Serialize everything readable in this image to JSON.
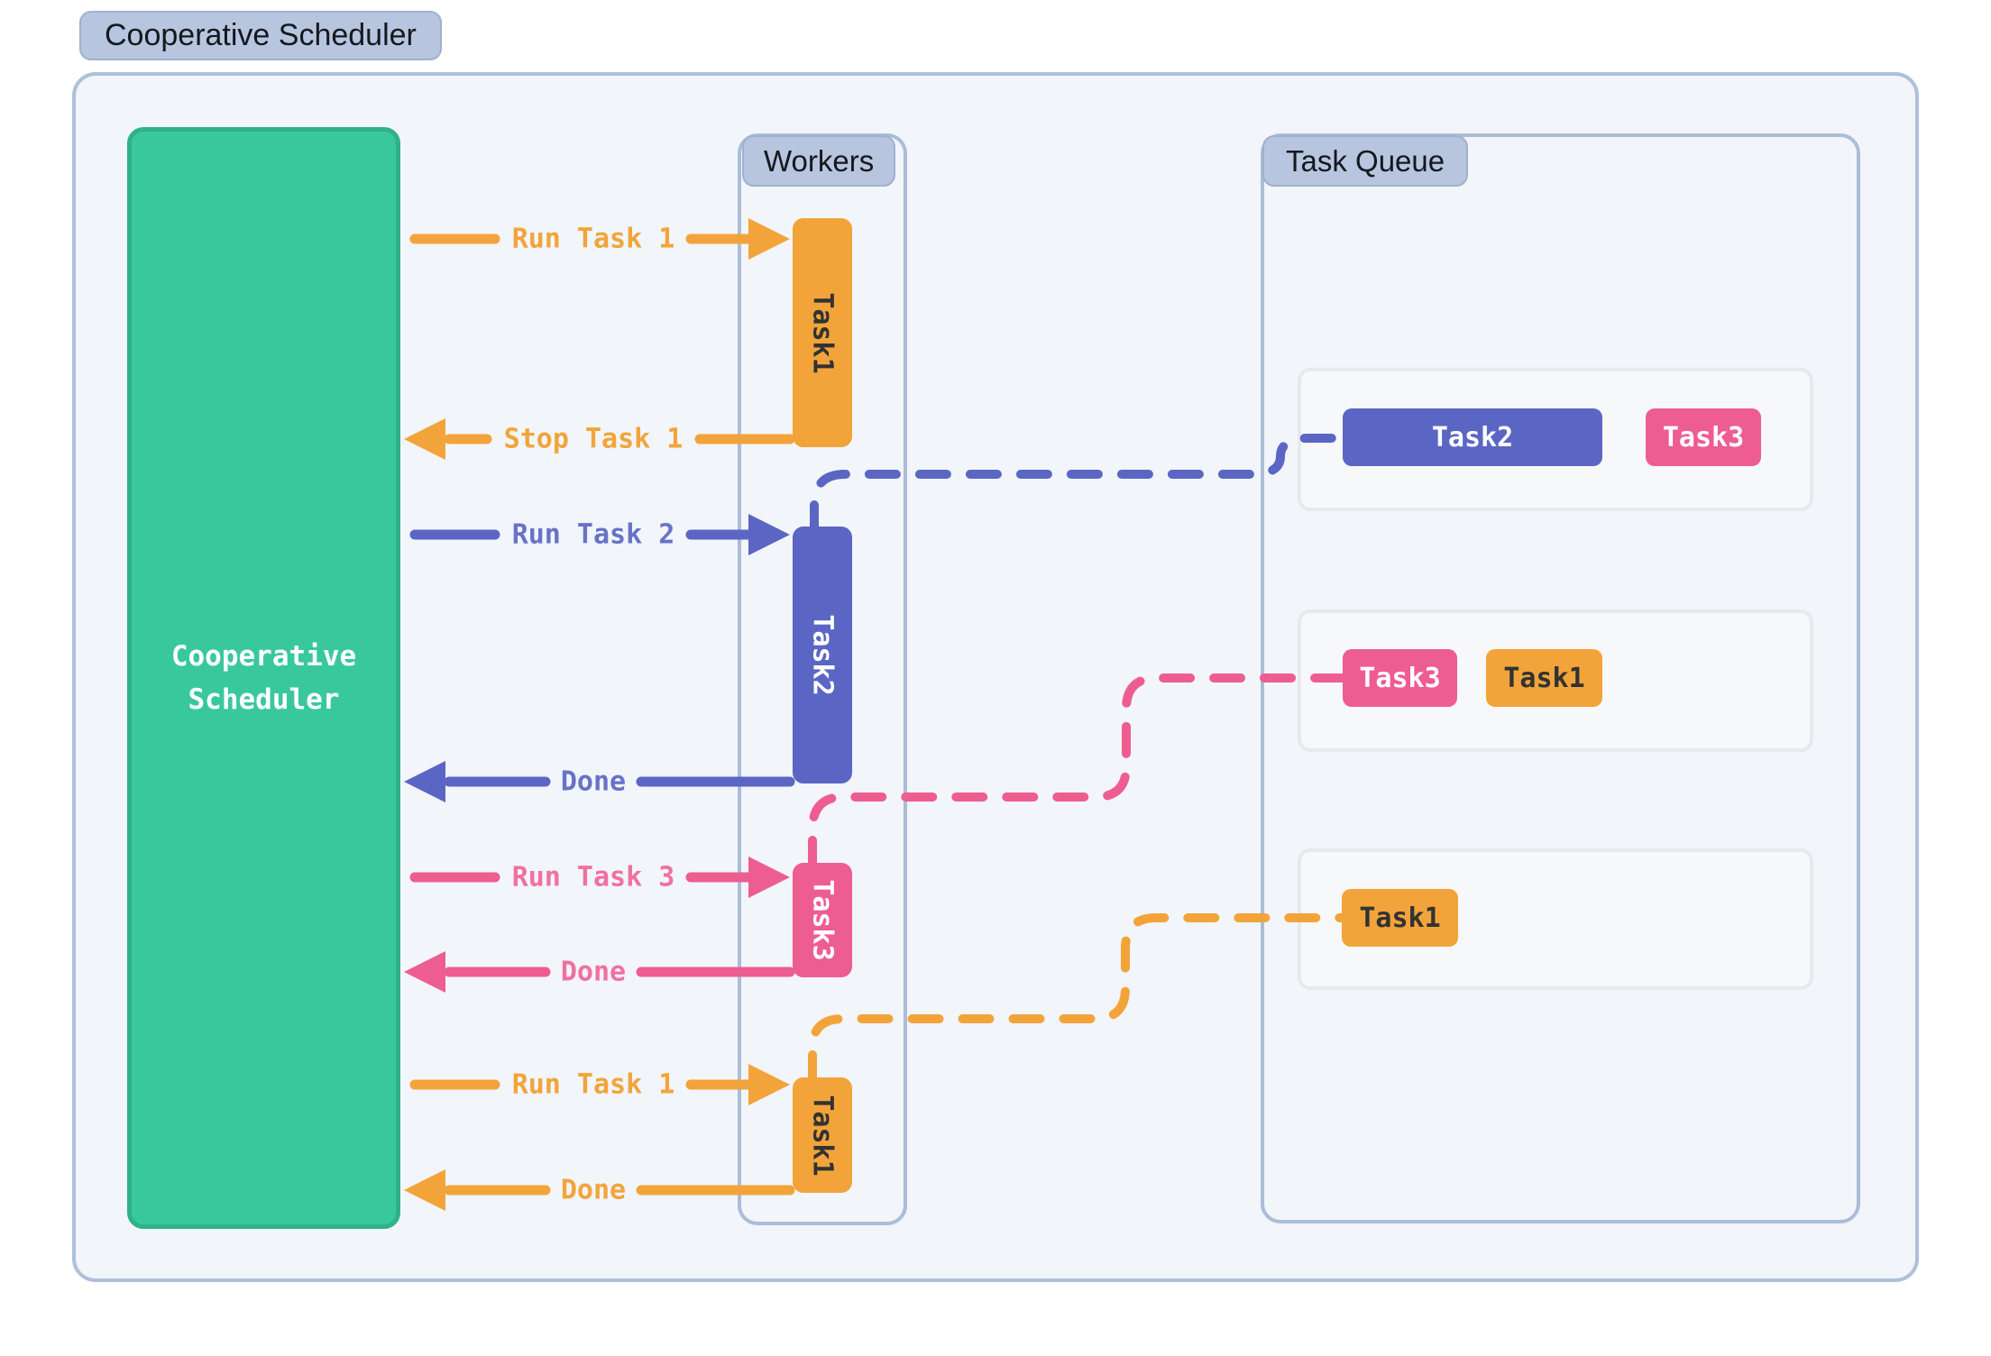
{
  "title": "Cooperative Scheduler",
  "colors": {
    "pageBg": "#ffffff",
    "outerBg": "#f2f5f9",
    "outerBorder": "#afc0db",
    "innerBorder": "#aabdd9",
    "badgeBg": "#b7c5df",
    "badgeBorder": "#9fb1ce",
    "badgeText": "#15181d",
    "boxBg": "#f7f8fa",
    "boxBorder": "#e8e9ec",
    "green": "#39c89c",
    "greenDark": "#2fb189",
    "orange": "#f2a43b",
    "indigo": "#5b66c4",
    "pink": "#ee5d90",
    "orangeLabel": "#f2a43b",
    "indigoLabel": "#6772c9",
    "pinkLabel": "#f0719f",
    "darkText": "#323232",
    "whiteText": "#ffffff"
  },
  "scheduler": {
    "label": "Cooperative Scheduler",
    "color": "green"
  },
  "workers": {
    "label": "Workers",
    "bars": [
      {
        "label": "Task1",
        "color": "orange"
      },
      {
        "label": "Task2",
        "color": "indigo"
      },
      {
        "label": "Task3",
        "color": "pink"
      },
      {
        "label": "Task1",
        "color": "orange"
      }
    ]
  },
  "queue": {
    "label": "Task Queue",
    "slots": [
      {
        "items": [
          {
            "label": "Task2",
            "color": "indigo"
          },
          {
            "label": "Task3",
            "color": "pink"
          }
        ]
      },
      {
        "items": [
          {
            "label": "Task3",
            "color": "pink"
          },
          {
            "label": "Task1",
            "color": "orange"
          }
        ]
      },
      {
        "items": [
          {
            "label": "Task1",
            "color": "orange"
          }
        ]
      }
    ]
  },
  "messages": [
    {
      "label": "Run Task 1",
      "direction": "to-worker",
      "color": "orange"
    },
    {
      "label": "Stop Task 1",
      "direction": "to-scheduler",
      "color": "orange"
    },
    {
      "label": "Run Task 2",
      "direction": "to-worker",
      "color": "indigo"
    },
    {
      "label": "Done",
      "direction": "to-scheduler",
      "color": "indigo"
    },
    {
      "label": "Run Task 3",
      "direction": "to-worker",
      "color": "pink"
    },
    {
      "label": "Done",
      "direction": "to-scheduler",
      "color": "pink"
    },
    {
      "label": "Run Task 1",
      "direction": "to-worker",
      "color": "orange"
    },
    {
      "label": "Done",
      "direction": "to-scheduler",
      "color": "orange"
    }
  ],
  "connectors": [
    {
      "from": "queue-slot-1-task2",
      "to": "worker-task2",
      "color": "indigo",
      "style": "dashed"
    },
    {
      "from": "queue-slot-2-task3",
      "to": "worker-task3",
      "color": "pink",
      "style": "dashed"
    },
    {
      "from": "queue-slot-3-task1",
      "to": "worker-task1",
      "color": "orange",
      "style": "dashed"
    }
  ]
}
